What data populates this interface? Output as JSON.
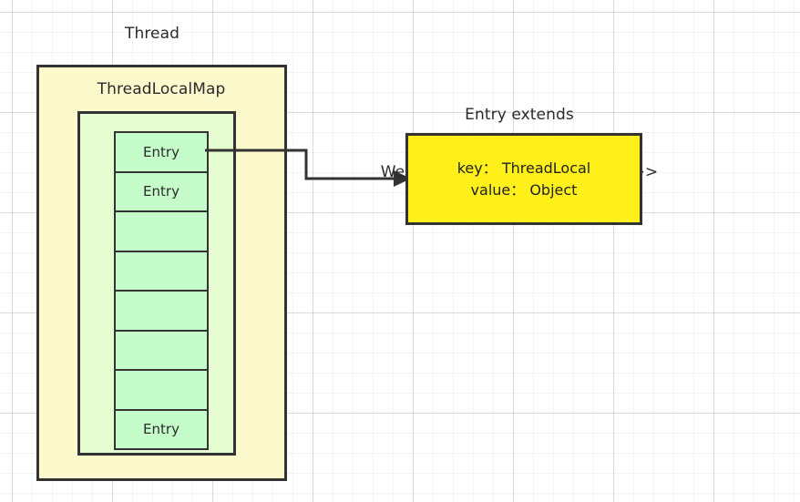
{
  "diagram": {
    "title_thread": "Thread",
    "title_threadlocalmap": "ThreadLocalMap",
    "entry_caption_line1": "Entry extends",
    "entry_caption_line2": "WeakReference<ThreadLocal<?>>",
    "entry_table": {
      "cells": [
        {
          "label": "Entry",
          "occupied": true
        },
        {
          "label": "Entry",
          "occupied": true
        },
        {
          "label": "",
          "occupied": false
        },
        {
          "label": "",
          "occupied": false
        },
        {
          "label": "",
          "occupied": false
        },
        {
          "label": "",
          "occupied": false
        },
        {
          "label": "",
          "occupied": false
        },
        {
          "label": "Entry",
          "occupied": true
        }
      ]
    },
    "entry_detail": {
      "key_line": "key： ThreadLocal",
      "value_line": "value： Object"
    },
    "colors": {
      "thread_fill": "#FCFACC",
      "threadlocalmap_fill": "#E4FCD0",
      "entry_cell_fill": "#C6FCC9",
      "entry_detail_fill": "#FFF019",
      "stroke": "#333333",
      "grid_line": "#E8E8E8",
      "text": "#2B2B2B"
    }
  }
}
